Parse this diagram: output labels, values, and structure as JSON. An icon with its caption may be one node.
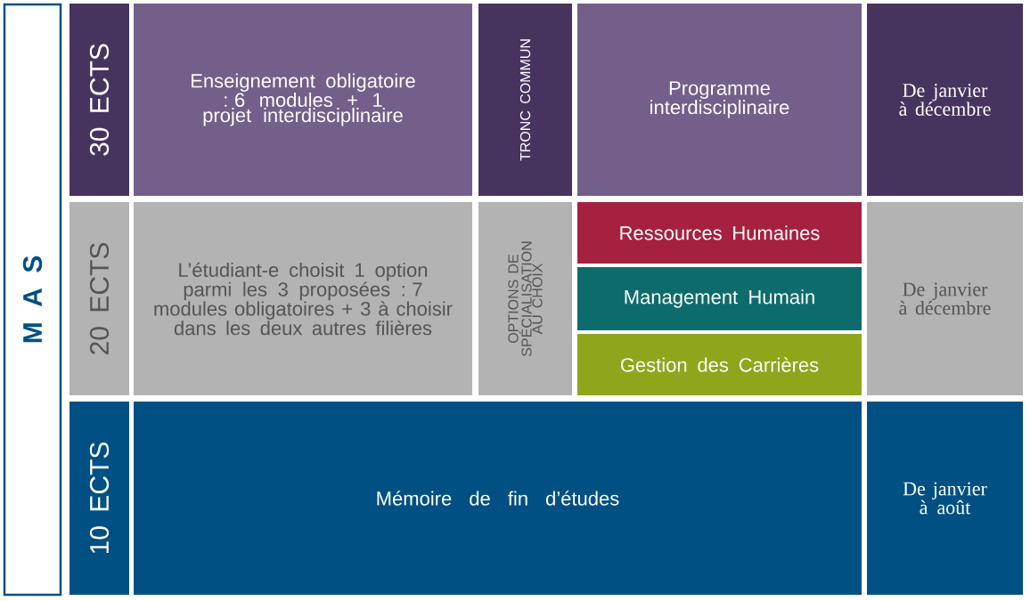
{
  "diagram": {
    "nodes": [
      {
        "text": [
          "M A S"
        ]
      },
      {
        "text": [
          "30 ECTS"
        ]
      },
      {
        "text": [
          "Enseignement obligatoire : 6 modules + 1 projet interdisciplinaire"
        ]
      },
      {
        "text": [
          "TRONC COMMUN"
        ]
      },
      {
        "text": [
          "Programme interdisciplinaire"
        ]
      },
      {
        "text": [
          "De janvier à décembre"
        ]
      },
      {
        "text": [
          "20 ECTS"
        ]
      },
      {
        "text": [
          "L’étudiant-e choisit 1 option parmi les 3 proposées : 7 modules obligatoires + 3 à choisir dans les deux autres filières"
        ]
      },
      {
        "text": [
          "OPTIONS DE SPÉCIALISATION AU CHOIX"
        ]
      },
      {
        "text": [
          "Ressources Humaines"
        ]
      },
      {
        "text": [
          "Management Humain"
        ]
      },
      {
        "text": [
          "Gestion des Carrières"
        ]
      },
      {
        "text": [
          "De janvier à décembre"
        ]
      },
      {
        "text": [
          "10 ECTS"
        ]
      },
      {
        "text": [
          "Mémoire de fin d’études"
        ]
      },
      {
        "text": [
          "De janvier à août"
        ]
      }
    ]
  }
}
